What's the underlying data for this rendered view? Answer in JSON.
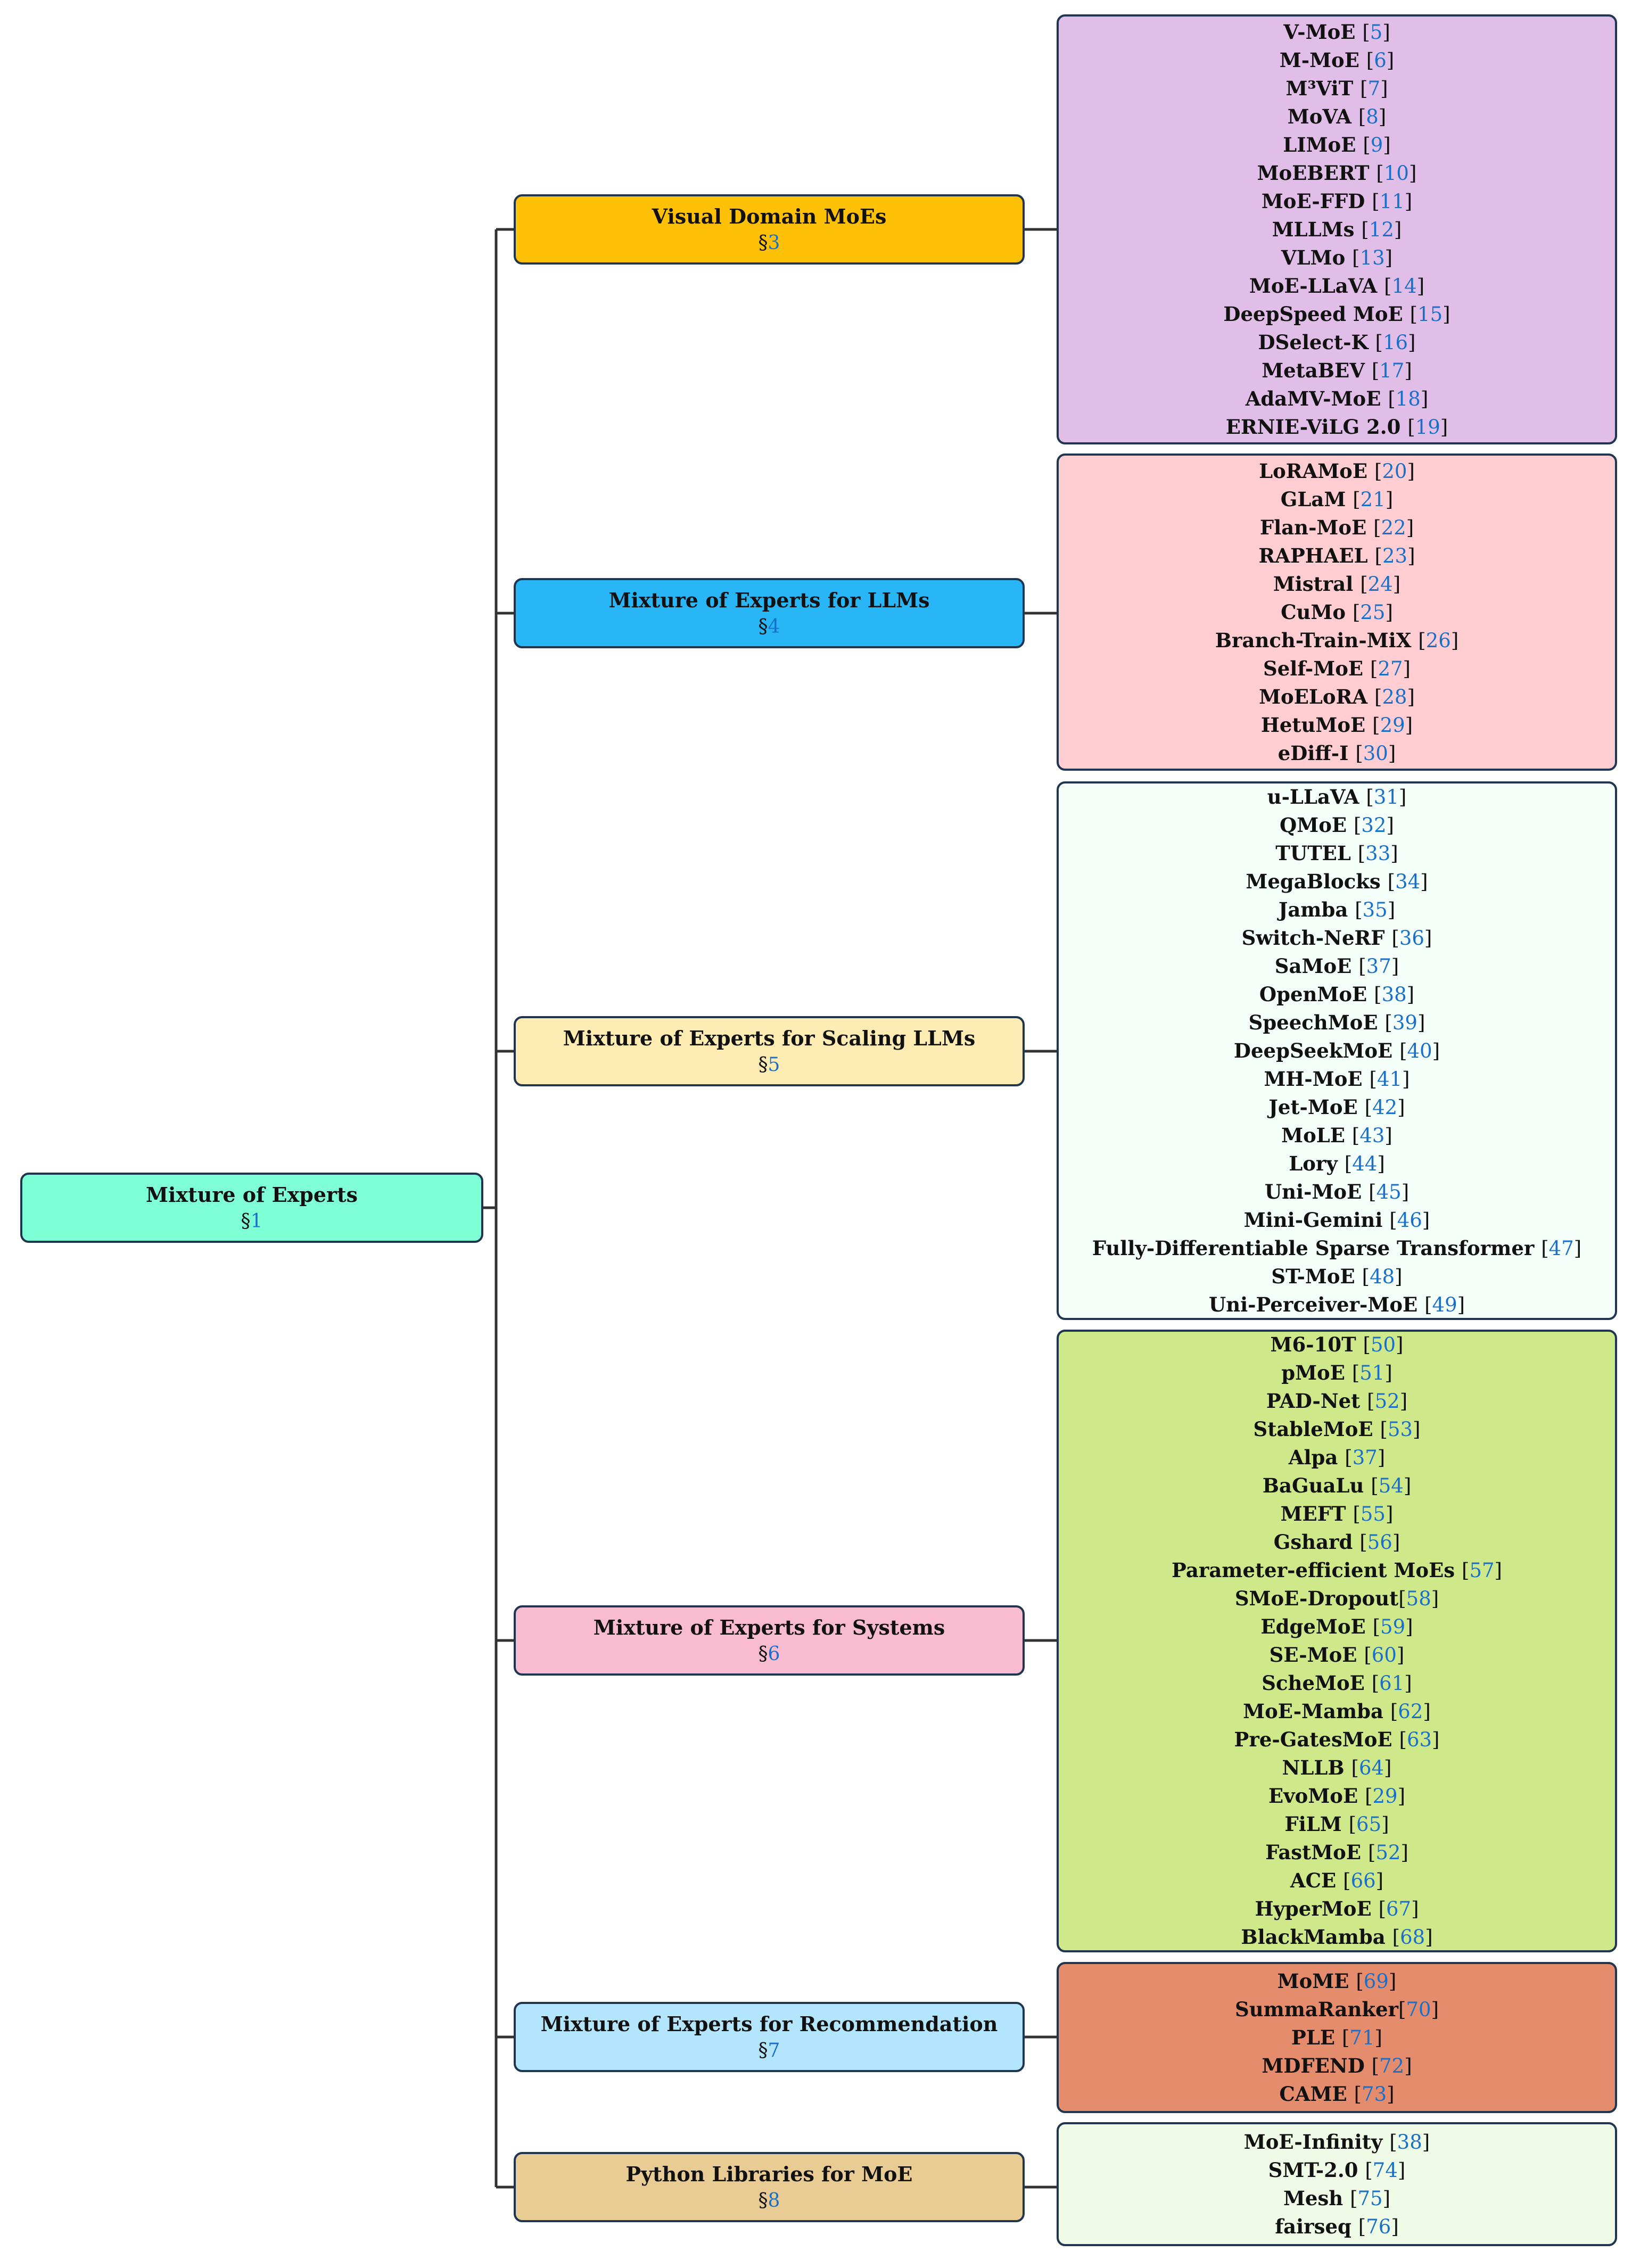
{
  "root": {
    "title": "Mixture of Experts",
    "section_mark": "§",
    "section": "1",
    "color": "#7effd6"
  },
  "branches": [
    {
      "title": "Visual Domain MoEs",
      "section": "3",
      "color": "#ffc107",
      "list_color": "#e1bee7",
      "items": [
        {
          "name": "V-MoE",
          "ref": "5"
        },
        {
          "name": "M-MoE",
          "ref": "6"
        },
        {
          "name": "M³ViT",
          "ref": "7"
        },
        {
          "name": "MoVA",
          "ref": "8"
        },
        {
          "name": "LIMoE",
          "ref": "9"
        },
        {
          "name": "MoEBERT",
          "ref": "10"
        },
        {
          "name": "MoE-FFD",
          "ref": "11"
        },
        {
          "name": "MLLMs",
          "ref": "12"
        },
        {
          "name": "VLMo",
          "ref": "13"
        },
        {
          "name": "MoE-LLaVA",
          "ref": "14"
        },
        {
          "name": "DeepSpeed MoE",
          "ref": "15"
        },
        {
          "name": "DSelect-K",
          "ref": "16"
        },
        {
          "name": "MetaBEV",
          "ref": "17"
        },
        {
          "name": "AdaMV-MoE",
          "ref": "18"
        },
        {
          "name": "ERNIE-ViLG 2.0",
          "ref": "19"
        }
      ]
    },
    {
      "title": "Mixture of Experts for LLMs",
      "section": "4",
      "color": "#29b6f6",
      "list_color": "#ffcdd2",
      "items": [
        {
          "name": "LoRAMoE",
          "ref": "20"
        },
        {
          "name": "GLaM",
          "ref": "21"
        },
        {
          "name": "Flan-MoE",
          "ref": "22"
        },
        {
          "name": "RAPHAEL",
          "ref": "23"
        },
        {
          "name": "Mistral",
          "ref": "24"
        },
        {
          "name": "CuMo",
          "ref": "25"
        },
        {
          "name": "Branch-Train-MiX",
          "ref": "26"
        },
        {
          "name": "Self-MoE",
          "ref": "27"
        },
        {
          "name": "MoELoRA",
          "ref": "28"
        },
        {
          "name": "HetuMoE",
          "ref": "29"
        },
        {
          "name": "eDiff-I",
          "ref": "30"
        }
      ]
    },
    {
      "title": "Mixture of Experts for Scaling LLMs",
      "section": "5",
      "color": "#ffecb3",
      "list_color": "#f5fffa",
      "items": [
        {
          "name": "u-LLaVA",
          "ref": "31"
        },
        {
          "name": "QMoE",
          "ref": "32"
        },
        {
          "name": "TUTEL",
          "ref": "33"
        },
        {
          "name": "MegaBlocks",
          "ref": "34"
        },
        {
          "name": "Jamba",
          "ref": "35"
        },
        {
          "name": "Switch-NeRF",
          "ref": "36"
        },
        {
          "name": "SaMoE",
          "ref": "37"
        },
        {
          "name": "OpenMoE",
          "ref": "38"
        },
        {
          "name": "SpeechMoE",
          "ref": "39"
        },
        {
          "name": "DeepSeekMoE",
          "ref": "40"
        },
        {
          "name": "MH-MoE",
          "ref": "41"
        },
        {
          "name": "Jet-MoE",
          "ref": "42"
        },
        {
          "name": "MoLE",
          "ref": "43"
        },
        {
          "name": "Lory",
          "ref": "44"
        },
        {
          "name": "Uni-MoE",
          "ref": "45"
        },
        {
          "name": "Mini-Gemini",
          "ref": "46"
        },
        {
          "name": "Fully-Differentiable Sparse Transformer",
          "ref": "47"
        },
        {
          "name": "ST-MoE",
          "ref": "48"
        },
        {
          "name": "Uni-Perceiver-MoE",
          "ref": "49"
        }
      ]
    },
    {
      "title": "Mixture of Experts for Systems",
      "section": "6",
      "color": "#f8bbd0",
      "list_color": "#cfe98a",
      "items": [
        {
          "name": "M6-10T",
          "ref": "50"
        },
        {
          "name": "pMoE",
          "ref": "51"
        },
        {
          "name": "PAD-Net",
          "ref": "52"
        },
        {
          "name": "StableMoE",
          "ref": "53"
        },
        {
          "name": "Alpa",
          "ref": "37"
        },
        {
          "name": "BaGuaLu",
          "ref": "54"
        },
        {
          "name": "MEFT",
          "ref": "55"
        },
        {
          "name": "Gshard",
          "ref": "56"
        },
        {
          "name": "Parameter-efficient MoEs",
          "ref": "57"
        },
        {
          "name": "SMoE-Dropout",
          "ref": "58",
          "tight": true
        },
        {
          "name": "EdgeMoE",
          "ref": "59"
        },
        {
          "name": "SE-MoE",
          "ref": "60"
        },
        {
          "name": "ScheMoE",
          "ref": "61"
        },
        {
          "name": "MoE-Mamba",
          "ref": "62"
        },
        {
          "name": "Pre-GatesMoE",
          "ref": "63"
        },
        {
          "name": "NLLB",
          "ref": "64"
        },
        {
          "name": "EvoMoE",
          "ref": "29"
        },
        {
          "name": "FiLM",
          "ref": "65"
        },
        {
          "name": "FastMoE",
          "ref": "52"
        },
        {
          "name": "ACE",
          "ref": "66"
        },
        {
          "name": "HyperMoE",
          "ref": "67"
        },
        {
          "name": "BlackMamba",
          "ref": "68"
        }
      ]
    },
    {
      "title": "Mixture of Experts for Recommendation",
      "section": "7",
      "color": "#b3e5fc",
      "list_color": "#e48c6c",
      "items": [
        {
          "name": "MoME",
          "ref": "69"
        },
        {
          "name": "SummaRanker",
          "ref": "70",
          "tight": true
        },
        {
          "name": "PLE",
          "ref": "71"
        },
        {
          "name": "MDFEND",
          "ref": "72"
        },
        {
          "name": "CAME",
          "ref": "73"
        }
      ]
    },
    {
      "title": "Python Libraries for MoE",
      "section": "8",
      "color": "#e8cc94",
      "list_color": "#effbe6",
      "items": [
        {
          "name": "MoE-Infinity",
          "ref": "38"
        },
        {
          "name": "SMT-2.0",
          "ref": "74"
        },
        {
          "name": "Mesh",
          "ref": "75"
        },
        {
          "name": "fairseq",
          "ref": "76"
        }
      ]
    }
  ],
  "colors": {
    "border": "#1f3550",
    "connector": "#333333",
    "ref_link": "#1a6fc9"
  }
}
